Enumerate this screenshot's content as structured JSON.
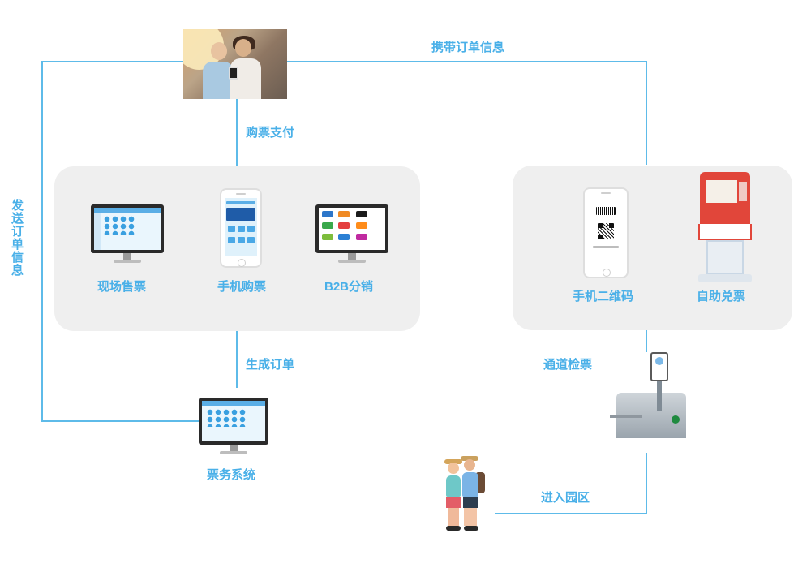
{
  "diagram": {
    "flows": {
      "top": "携带订单信息",
      "left": "发送订单信息",
      "purchase": "购票支付",
      "generate": "生成订单",
      "gate": "通道检票",
      "enter": "进入园区"
    },
    "left_panel": {
      "onsite": "现场售票",
      "mobile": "手机购票",
      "b2b": "B2B分销"
    },
    "right_panel": {
      "qr": "手机二维码",
      "self_service": "自助兑票"
    },
    "bottom": {
      "ticket_system": "票务系统"
    }
  },
  "colors": {
    "accent": "#4ab0e8",
    "line": "#5ebbe9",
    "panel": "#efefef"
  }
}
